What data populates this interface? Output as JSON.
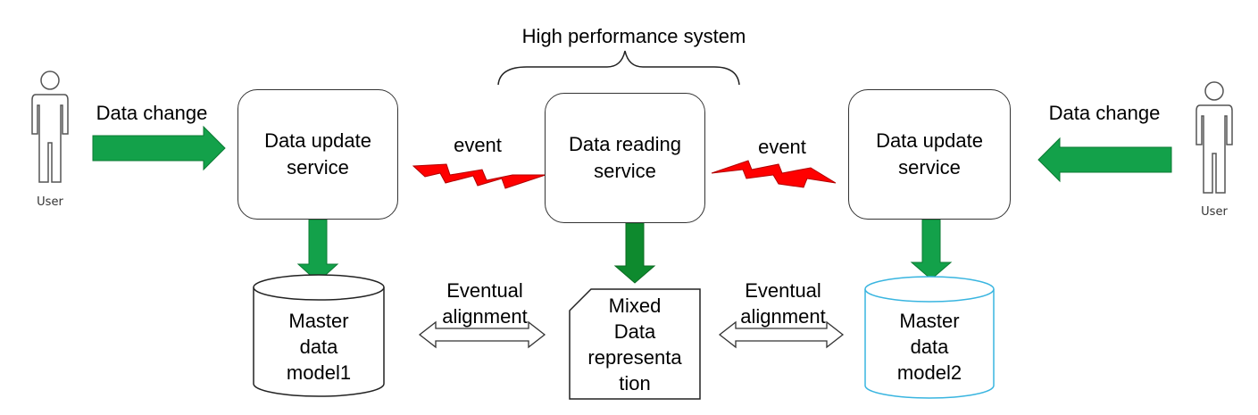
{
  "title": "High performance system",
  "users": {
    "left": {
      "label": "User"
    },
    "right": {
      "label": "User"
    }
  },
  "arrows": {
    "left_change": "Data change",
    "right_change": "Data change",
    "event_left": "event",
    "event_right": "event"
  },
  "services": {
    "left": {
      "line1": "Data update",
      "line2": "service"
    },
    "center": {
      "line1": "Data reading",
      "line2": "service"
    },
    "right": {
      "line1": "Data update",
      "line2": "service"
    }
  },
  "stores": {
    "left": {
      "line1": "Master",
      "line2": "data",
      "line3": "model1"
    },
    "center": {
      "line1": "Mixed",
      "line2": "Data",
      "line3": "representa",
      "line4": "tion"
    },
    "right": {
      "line1": "Master",
      "line2": "data",
      "line3": "model2"
    }
  },
  "alignment": {
    "left": {
      "line1": "Eventual",
      "line2": "alignment"
    },
    "right": {
      "line1": "Eventual",
      "line2": "alignment"
    }
  },
  "colors": {
    "green_arrow": "#13a14a",
    "green_dark": "#0e8a2e",
    "event_red": "#ff0000",
    "cylinder_highlight": "#39b5e0"
  }
}
